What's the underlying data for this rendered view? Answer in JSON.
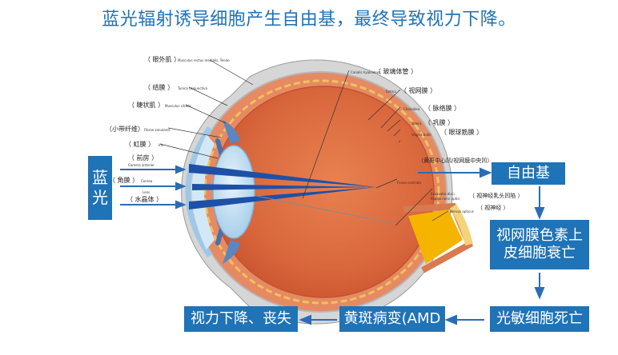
{
  "title": "蓝光辐射诱导细胞产生自由基，最终导致视力下降。",
  "colors": {
    "accent": "#1f73b7",
    "sclera": "#e07048",
    "lens": "#8fc3e4",
    "nerve": "#f5b400"
  },
  "left_box": {
    "line1": "蓝",
    "line2": "光"
  },
  "flow": {
    "free_radical": "自由基",
    "rpe_line1": "视网膜色素上",
    "rpe_line2": "皮细胞衰亡",
    "photoreceptor": "光敏细胞死亡",
    "amd": "黄斑病变(AMD",
    "vision_loss": "视力下降、丧失"
  },
  "labels_left": [
    {
      "cn": "（ 眼外肌 ）",
      "en": "Musculus rectus medialis, Tendo"
    },
    {
      "cn": "（ 结膜 ）",
      "en": "Tunica conjunctiva"
    },
    {
      "cn": "（ 睫状肌 ）",
      "en": "Musculus ciliaris"
    },
    {
      "cn": "（小带纤维）",
      "en": "Fibrae zonulares"
    },
    {
      "cn": "（ 虹膜 ）",
      "en": "Iris"
    },
    {
      "cn": "（ 前房 ）",
      "en": "Camera anterior"
    },
    {
      "cn": "（ 角膜 ）",
      "en": "Cornea"
    },
    {
      "cn": "（ 水晶体 ）",
      "en": "Lens"
    }
  ],
  "labels_right": [
    {
      "cn": "（ 玻璃体管 ）",
      "en": "Canalis hyaloideus"
    },
    {
      "cn": "（ 视网膜 ）",
      "en": "Retina"
    },
    {
      "cn": "（ 脉络膜 ）",
      "en": "Choroidea"
    },
    {
      "cn": "（ 巩膜 ）",
      "en": "Sclera"
    },
    {
      "cn": "（ 眼球筋膜 ）",
      "en": "Vagina bulbi"
    },
    {
      "cn": "（黄斑中心凹/视网膜中央凹）",
      "en": ""
    },
    {
      "cn": "",
      "en": "Fovea centralis"
    },
    {
      "cn": "（ 视神经乳头凹陷 ）",
      "en": "Excavatio disci"
    },
    {
      "cn": "",
      "en": "Papilla nervi optici"
    },
    {
      "cn": "（ 视神经 ）",
      "en": "Nervus opticus"
    }
  ]
}
